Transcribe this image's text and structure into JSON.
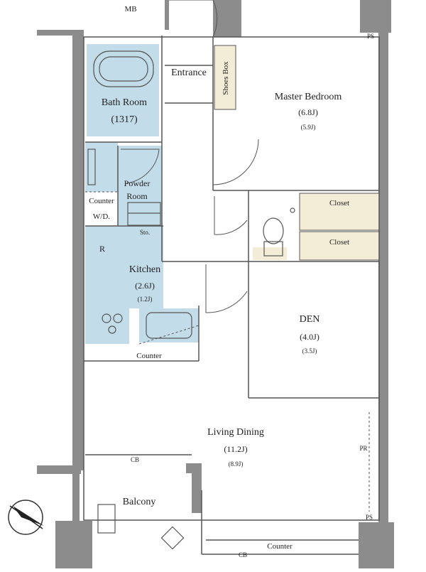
{
  "colors": {
    "wall": "#8c8c8c",
    "wet_area": "#c3dcea",
    "closet": "#f3ecd6",
    "outline": "#555555",
    "background": "#ffffff"
  },
  "rooms": {
    "mb": "MB",
    "entrance": "Entrance",
    "shoes_box": "Shoes Box",
    "master_bedroom": {
      "name": "Master Bedroom",
      "size": "(6.8J)",
      "sub_size": "(5.9J)"
    },
    "bath_room": {
      "name": "Bath Room",
      "size": "(1317)"
    },
    "powder_room": {
      "line1": "Powder",
      "line2": "Room"
    },
    "counter_wd": {
      "line1": "Counter",
      "line2": "W/D."
    },
    "storage": "Sto.",
    "refrigerator": "R",
    "kitchen": {
      "name": "Kitchen",
      "size": "(2.6J)",
      "sub_size": "(1.2J)"
    },
    "kitchen_counter": "Counter",
    "closet_upper": "Closet",
    "closet_lower": "Closet",
    "den": {
      "name": "DEN",
      "size": "(4.0J)",
      "sub_size": "(3.5J)"
    },
    "living_dining": {
      "name": "Living Dining",
      "size": "(11.2J)",
      "sub_size": "(8.9J)"
    },
    "balcony": "Balcony",
    "cb_balcony": "CB",
    "cb_bottom": "CB",
    "bottom_counter": "Counter",
    "pr": "PR",
    "ps_top": "PS",
    "ps_bottom": "PS"
  },
  "compass": {
    "icon": "north-arrow-icon"
  }
}
